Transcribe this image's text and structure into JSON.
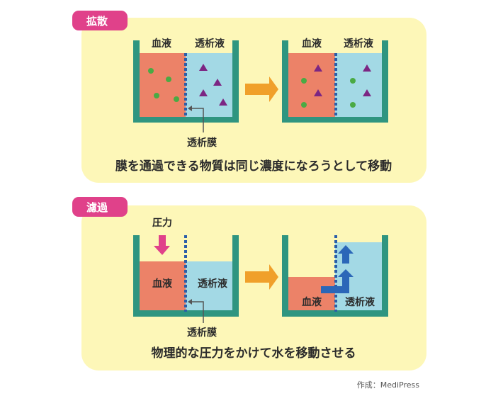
{
  "colors": {
    "panel": "#fdf7b8",
    "tag": "#e0418a",
    "wall": "#2f9580",
    "blood": "#ec8268",
    "dialysate": "#a3d9e5",
    "membrane": "#2b5ea8",
    "solute_blood": "#4aaa44",
    "solute_dialysate": "#7c2683",
    "process_arrow": "#f0a02a",
    "pressure_arrow": "#e0418a",
    "water_arrow": "#2b67b8"
  },
  "diffusion": {
    "tag": "拡散",
    "blood_label": "血液",
    "dialysate_label": "透析液",
    "membrane_label": "透析膜",
    "caption": "膜を通過できる物質は同じ濃度になろうとして移動"
  },
  "filtration": {
    "tag": "濾過",
    "pressure_label": "圧力",
    "blood_label": "血液",
    "dialysate_label": "透析液",
    "membrane_label": "透析膜",
    "caption": "物理的な圧力をかけて水を移動させる"
  },
  "credit": "作成：MediPress"
}
